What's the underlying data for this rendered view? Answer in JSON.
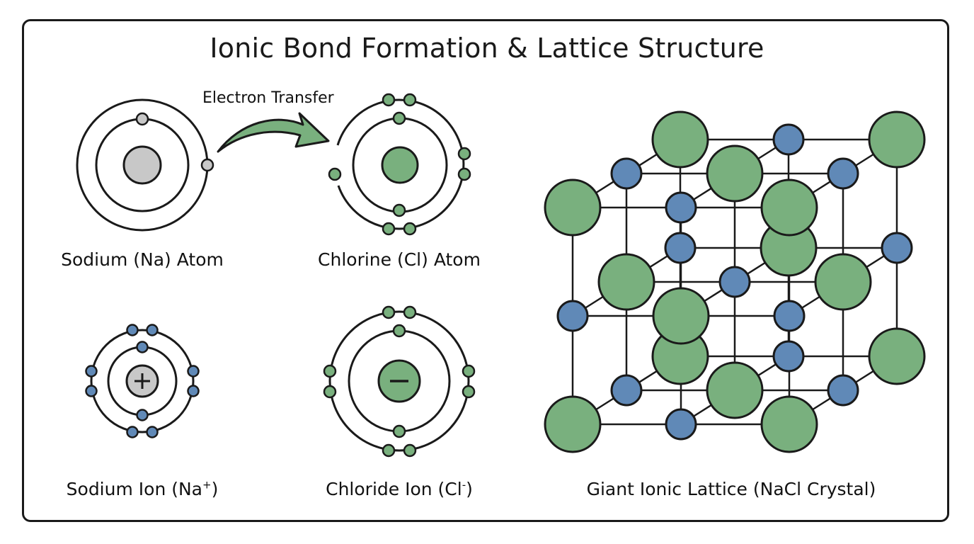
{
  "title": "Ionic Bond Formation & Lattice Structure",
  "arrow_label": "Electron Transfer",
  "labels": {
    "sodium_atom": "Sodium (Na) Atom",
    "chlorine_atom": "Chlorine (Cl) Atom",
    "sodium_ion_text": "Sodium Ion (Na",
    "sodium_ion_charge": "+",
    "chloride_ion_text": "Chloride Ion (Cl",
    "chloride_ion_charge": "-",
    "close_paren": ")",
    "lattice": "Giant Ionic Lattice (NaCl Crystal)"
  },
  "colors": {
    "green": "#79b07e",
    "blue": "#6089b7",
    "grey": "#c8c8c8",
    "outline": "#1a1a1a"
  },
  "icons": {
    "plus_charge": "plus-sign",
    "minus_charge": "minus-sign"
  }
}
